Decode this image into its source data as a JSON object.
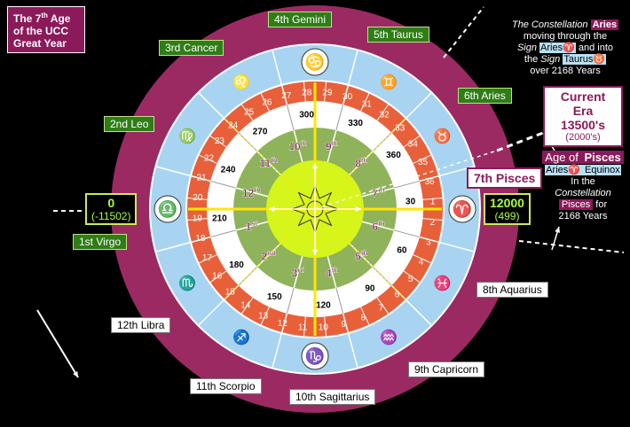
{
  "title": "The 7th Age of the UCC Great Year",
  "title_parts": {
    "pre": "The 7",
    "sup": "th",
    "line1_post": " Age",
    "line2": "of the UCC",
    "line3": "Great Year"
  },
  "colors": {
    "outer_ring": "#9b2a63",
    "sign_ring": "#a8d4f2",
    "number_ring": "#e8603a",
    "inner_white": "#ffffff",
    "age_ring": "#8fb35a",
    "center": "#d6f51a",
    "label_green": "#2e7d15",
    "axis_yellow": "#ffe600"
  },
  "ages_outer": [
    {
      "label": "1st Virgo"
    },
    {
      "label": "2nd Leo"
    },
    {
      "label": "3rd Cancer"
    },
    {
      "label": "4th Gemini"
    },
    {
      "label": "5th Taurus"
    },
    {
      "label": "6th Aries"
    },
    {
      "label": "7th Pisces"
    },
    {
      "label": "8th Aquarius"
    },
    {
      "label": "9th Capricorn"
    },
    {
      "label": "10th Sagittarius"
    },
    {
      "label": "11th Scorpio"
    },
    {
      "label": "12th Libra"
    }
  ],
  "zodiac_glyphs": [
    "♈",
    "♓",
    "♒",
    "♑",
    "♐",
    "♏",
    "♎",
    "♍",
    "♌",
    "♋",
    "♊",
    "♉"
  ],
  "zodiac_names": [
    "aries",
    "pisces",
    "aquarius",
    "capricorn",
    "sagittarius",
    "scorpio",
    "libra",
    "virgo",
    "leo",
    "cancer",
    "gemini",
    "taurus"
  ],
  "ring_numbers": [
    "1",
    "2",
    "3",
    "4",
    "5",
    "6",
    "7",
    "8",
    "9",
    "10",
    "11",
    "12",
    "13",
    "14",
    "15",
    "16",
    "17",
    "18",
    "19",
    "20",
    "21",
    "22",
    "23",
    "24",
    "25",
    "26",
    "27",
    "28",
    "29",
    "30",
    "31",
    "32",
    "33",
    "34",
    "35",
    "36"
  ],
  "degrees": [
    "30",
    "60",
    "90",
    "120",
    "150",
    "180",
    "210",
    "240",
    "270",
    "300",
    "330",
    "360"
  ],
  "inner_ages": [
    {
      "n": "1",
      "s": "st"
    },
    {
      "n": "2",
      "s": "nd"
    },
    {
      "n": "3",
      "s": "rd"
    },
    {
      "n": "4",
      "s": "th"
    },
    {
      "n": "5",
      "s": "th"
    },
    {
      "n": "6",
      "s": "th"
    },
    {
      "n": "7",
      "s": "th"
    },
    {
      "n": "8",
      "s": "th"
    },
    {
      "n": "9",
      "s": "th"
    },
    {
      "n": "10",
      "s": "th"
    },
    {
      "n": "11",
      "s": "th"
    },
    {
      "n": "12",
      "s": "th"
    }
  ],
  "marker_left": {
    "value": "0",
    "sub": "(-11502)"
  },
  "marker_right": {
    "value": "12000",
    "sub": "(499)"
  },
  "seventh_pisces": "7th Pisces",
  "current_era": {
    "title": "Current Era",
    "value": "13500's",
    "sub": "(2000's)"
  },
  "constellation_note": {
    "l1a": "The Constellation ",
    "l1b": "Aries",
    "l2": "moving through the",
    "l3a": "Sign ",
    "l3b": "Aries♈",
    "l3c": " and into",
    "l4a": "the ",
    "l4b": "Sign",
    "l4c": " ",
    "l4d": "Taurus♉",
    "l5": "over 2168 Years"
  },
  "age_note": {
    "a1": "Age of ",
    "a2": "Pisces",
    "b1": "Aries♈",
    "b2": " Equinox",
    "c": "In the",
    "d": "Constellation",
    "e1": "Pisces",
    "e2": " for",
    "f": "2168 Years"
  }
}
